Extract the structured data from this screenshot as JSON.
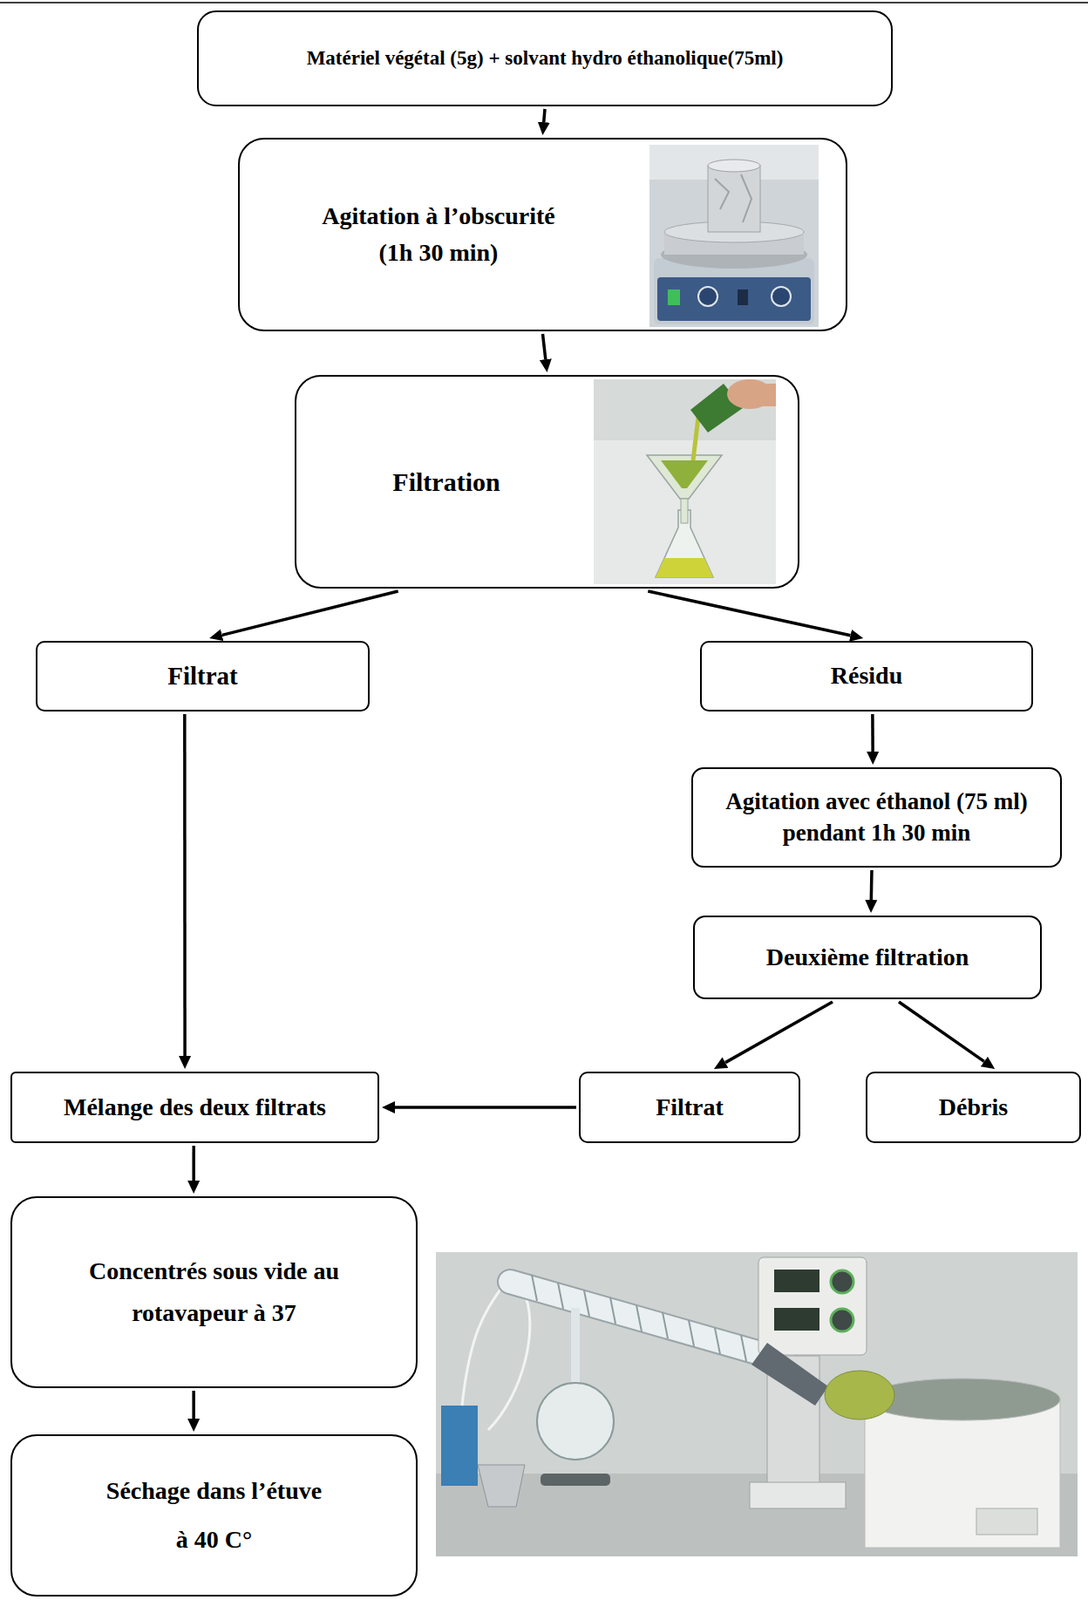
{
  "diagram": {
    "nodes": [
      {
        "text": [
          "Matériel végétal (5g) + solvant hydro éthanolique(75ml)"
        ]
      },
      {
        "text": [
          "Agitation à l’obscurité (1h 30 min)"
        ]
      },
      {
        "text": [
          "Filtration"
        ]
      },
      {
        "text": [
          "Filtrat"
        ]
      },
      {
        "text": [
          "Résidu"
        ]
      },
      {
        "text": [
          "Agitation avec éthanol (75 ml) pendant 1h 30 min"
        ]
      },
      {
        "text": [
          "Deuxième filtration"
        ]
      },
      {
        "text": [
          "Filtrat"
        ]
      },
      {
        "text": [
          "Débris"
        ]
      },
      {
        "text": [
          "Mélange des deux filtrats"
        ]
      },
      {
        "text": [
          "Concentrés sous vide au rotavapeur à 37"
        ]
      },
      {
        "text": [
          "Séchage dans l’étuve à 40 C°"
        ]
      }
    ],
    "edges": [
      {
        "from": 0,
        "to": 1,
        "arrow": "to"
      },
      {
        "from": 1,
        "to": 2,
        "arrow": "to"
      },
      {
        "from": 2,
        "to": 3,
        "arrow": "to"
      },
      {
        "from": 2,
        "to": 4,
        "arrow": "to"
      },
      {
        "from": 4,
        "to": 5,
        "arrow": "to"
      },
      {
        "from": 5,
        "to": 6,
        "arrow": "to"
      },
      {
        "from": 6,
        "to": 7,
        "arrow": "to"
      },
      {
        "from": 6,
        "to": 8,
        "arrow": "to"
      },
      {
        "from": 3,
        "to": 9,
        "arrow": "to"
      },
      {
        "from": 7,
        "to": 9,
        "arrow": "to"
      },
      {
        "from": 9,
        "to": 10,
        "arrow": "to"
      },
      {
        "from": 10,
        "to": 11,
        "arrow": "to"
      }
    ]
  }
}
